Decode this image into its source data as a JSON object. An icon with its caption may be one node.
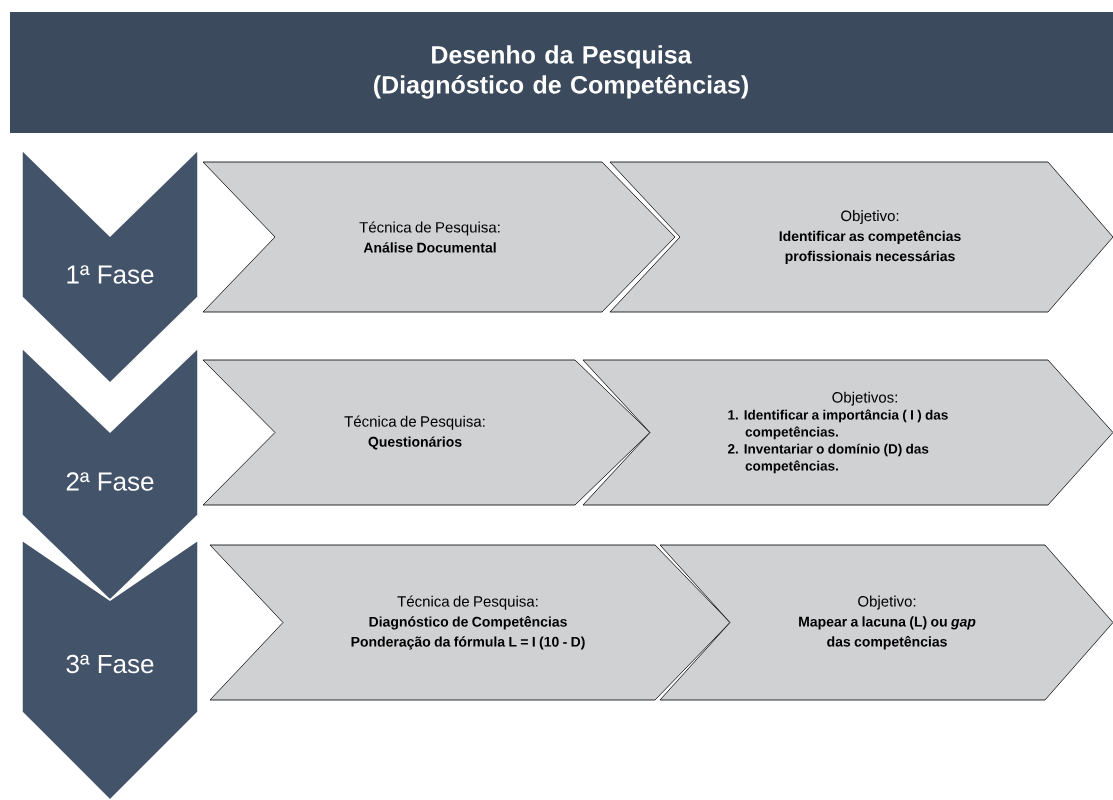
{
  "diagram": {
    "title": "Desenho da Pesquisa (Diagnóstico de Competências)",
    "nodes": [
      {
        "text": [
          "1ª Fase"
        ]
      },
      {
        "text": [
          "Técnica de Pesquisa:",
          "Análise Documental"
        ]
      },
      {
        "text": [
          "Objetivo:",
          "Identificar as competências profissionais necessárias"
        ]
      },
      {
        "text": [
          "2ª Fase"
        ]
      },
      {
        "text": [
          "Técnica de Pesquisa:",
          "Questionários"
        ]
      },
      {
        "text": [
          "Objetivos:",
          "1. Identificar a importância ( I ) das competências.",
          "2. Inventariar o domínio (D) das competências."
        ]
      },
      {
        "text": [
          "3ª Fase"
        ]
      },
      {
        "text": [
          "Técnica de Pesquisa:",
          "Diagnóstico de Competências",
          "Ponderação da fórmula L = I (10 - D)"
        ]
      },
      {
        "text": [
          "Objetivo:",
          "Mapear a lacuna (L) ou *gap* das competências"
        ]
      }
    ]
  }
}
